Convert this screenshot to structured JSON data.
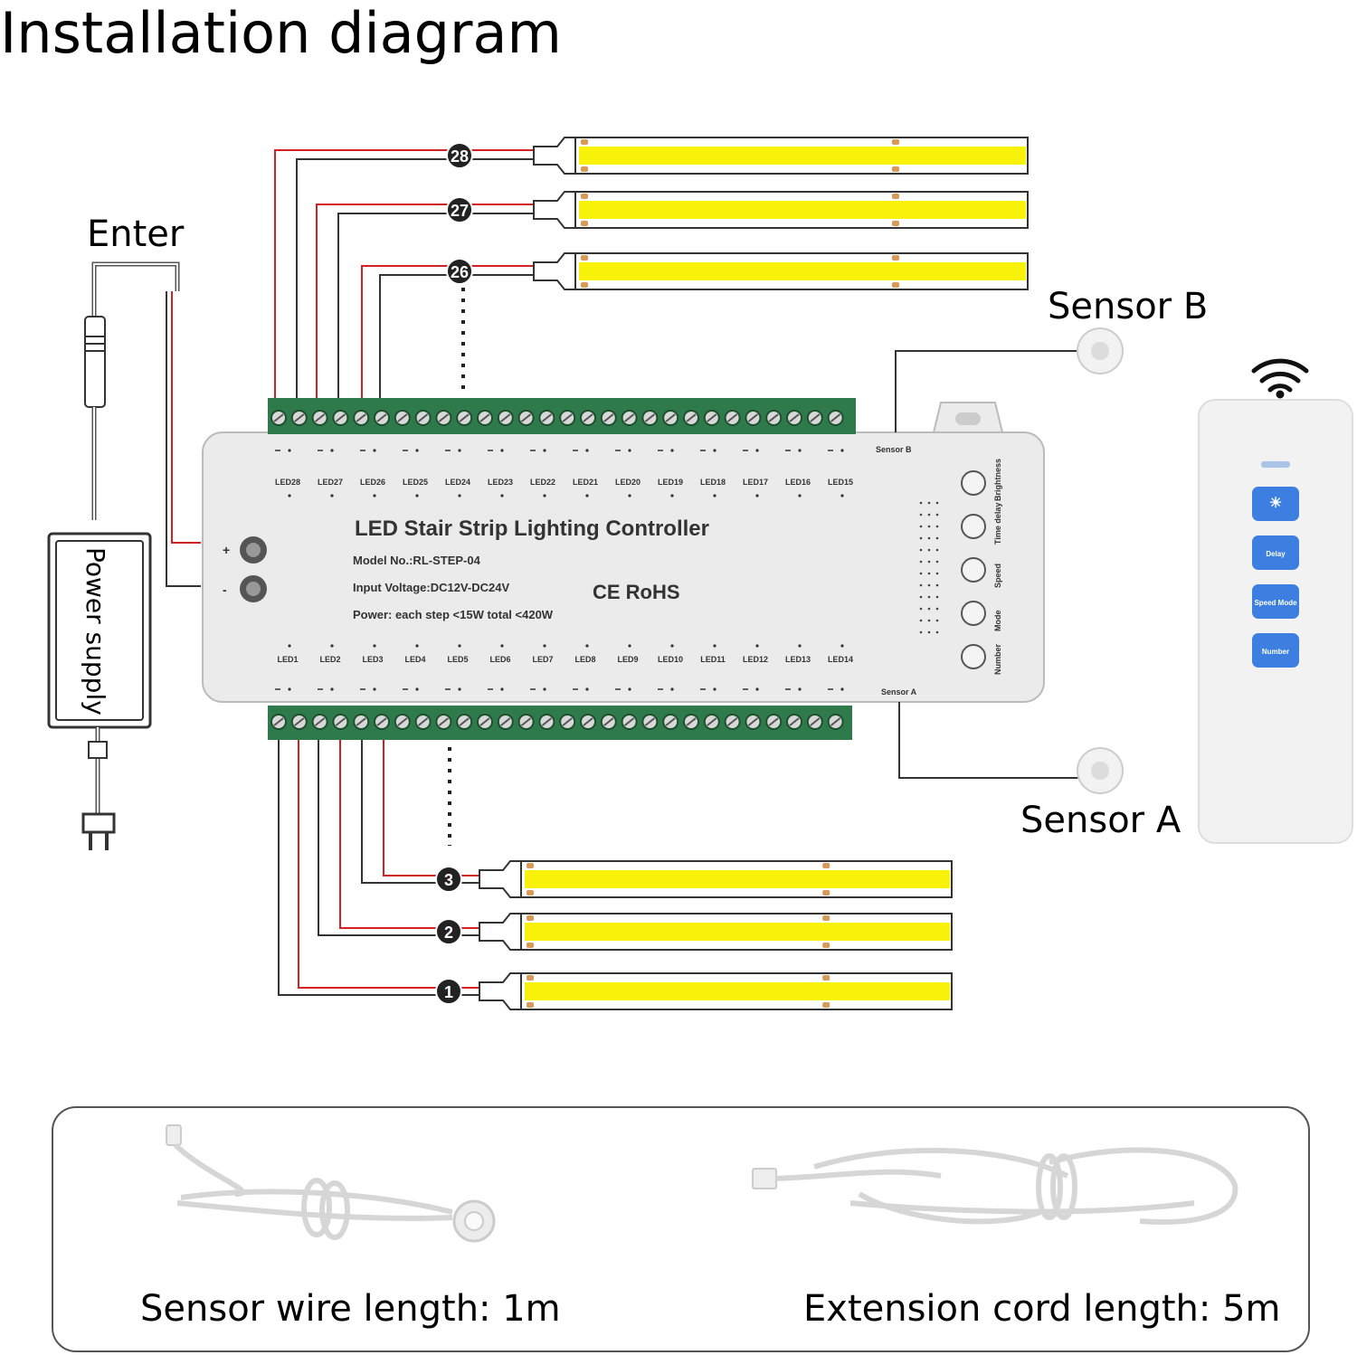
{
  "title": "Installation diagram",
  "labels": {
    "enter": "Enter",
    "power_supply": "Power supply",
    "sensor_b": "Sensor B",
    "sensor_a": "Sensor A",
    "sensor_wire": "Sensor wire length: 1m",
    "extension_cord": "Extension cord length: 5m"
  },
  "controller": {
    "name": "LED Stair Strip Lighting Controller",
    "model": "Model No.:RL-STEP-04",
    "input": "Input Voltage:DC12V-DC24V",
    "power": "Power: each step <15W  total <420W",
    "cert": "CE RoHS",
    "plus": "+",
    "minus": "-",
    "sensor_b_port": "Sensor B",
    "sensor_a_port": "Sensor A",
    "top_leds": [
      "LED28",
      "LED27",
      "LED26",
      "LED25",
      "LED24",
      "LED23",
      "LED22",
      "LED21",
      "LED20",
      "LED19",
      "LED18",
      "LED17",
      "LED16",
      "LED15"
    ],
    "bottom_leds": [
      "LED1",
      "LED2",
      "LED3",
      "LED4",
      "LED5",
      "LED6",
      "LED7",
      "LED8",
      "LED9",
      "LED10",
      "LED11",
      "LED12",
      "LED13",
      "LED14"
    ],
    "buttons": [
      "Brightness",
      "Time delay",
      "Speed",
      "Mode",
      "Number"
    ]
  },
  "strips": {
    "top": [
      "28",
      "27",
      "26"
    ],
    "bottom": [
      "3",
      "2",
      "1"
    ]
  },
  "remote": {
    "buttons": [
      "☀",
      "Delay",
      "Speed Mode",
      "Number"
    ],
    "button_color": "#3d7fe0"
  },
  "colors": {
    "led_yellow": "#f8f20a",
    "terminal_green": "#2e7a4a",
    "wire_red": "#d42020",
    "wire_dark": "#333333"
  }
}
